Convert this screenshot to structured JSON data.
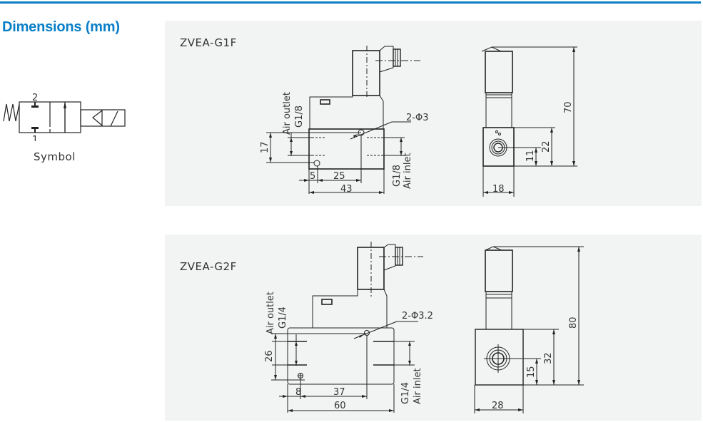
{
  "header": {
    "title": "Dimensions (mm)",
    "accent_color": "#0a7fc7"
  },
  "symbol": {
    "caption": "Symbol",
    "port_top": "2",
    "port_bottom": "1"
  },
  "panels": [
    {
      "model": "ZVEA-G1F",
      "side_view": {
        "port_outlet_label": "Air outlet",
        "port_outlet_thread": "G1/8",
        "port_inlet_label": "Air inlet",
        "port_inlet_thread": "G1/8",
        "hole_callout": "2-Φ3",
        "dim_height": "17",
        "dim_hole_offset": "5",
        "dim_hole_spacing": "25",
        "dim_length": "43"
      },
      "end_view": {
        "dim_total_height": "70",
        "dim_body_height": "22",
        "dim_port_center": "11",
        "dim_width": "18"
      }
    },
    {
      "model": "ZVEA-G2F",
      "side_view": {
        "port_outlet_label": "Air outlet",
        "port_outlet_thread": "G1/4",
        "port_inlet_label": "Air inlet",
        "port_inlet_thread": "G1/4",
        "hole_callout": "2-Φ3.2",
        "dim_height": "26",
        "dim_hole_offset": "8",
        "dim_hole_spacing": "37",
        "dim_length": "60"
      },
      "end_view": {
        "dim_total_height": "80",
        "dim_body_height": "32",
        "dim_port_center": "15",
        "dim_width": "28"
      }
    }
  ]
}
